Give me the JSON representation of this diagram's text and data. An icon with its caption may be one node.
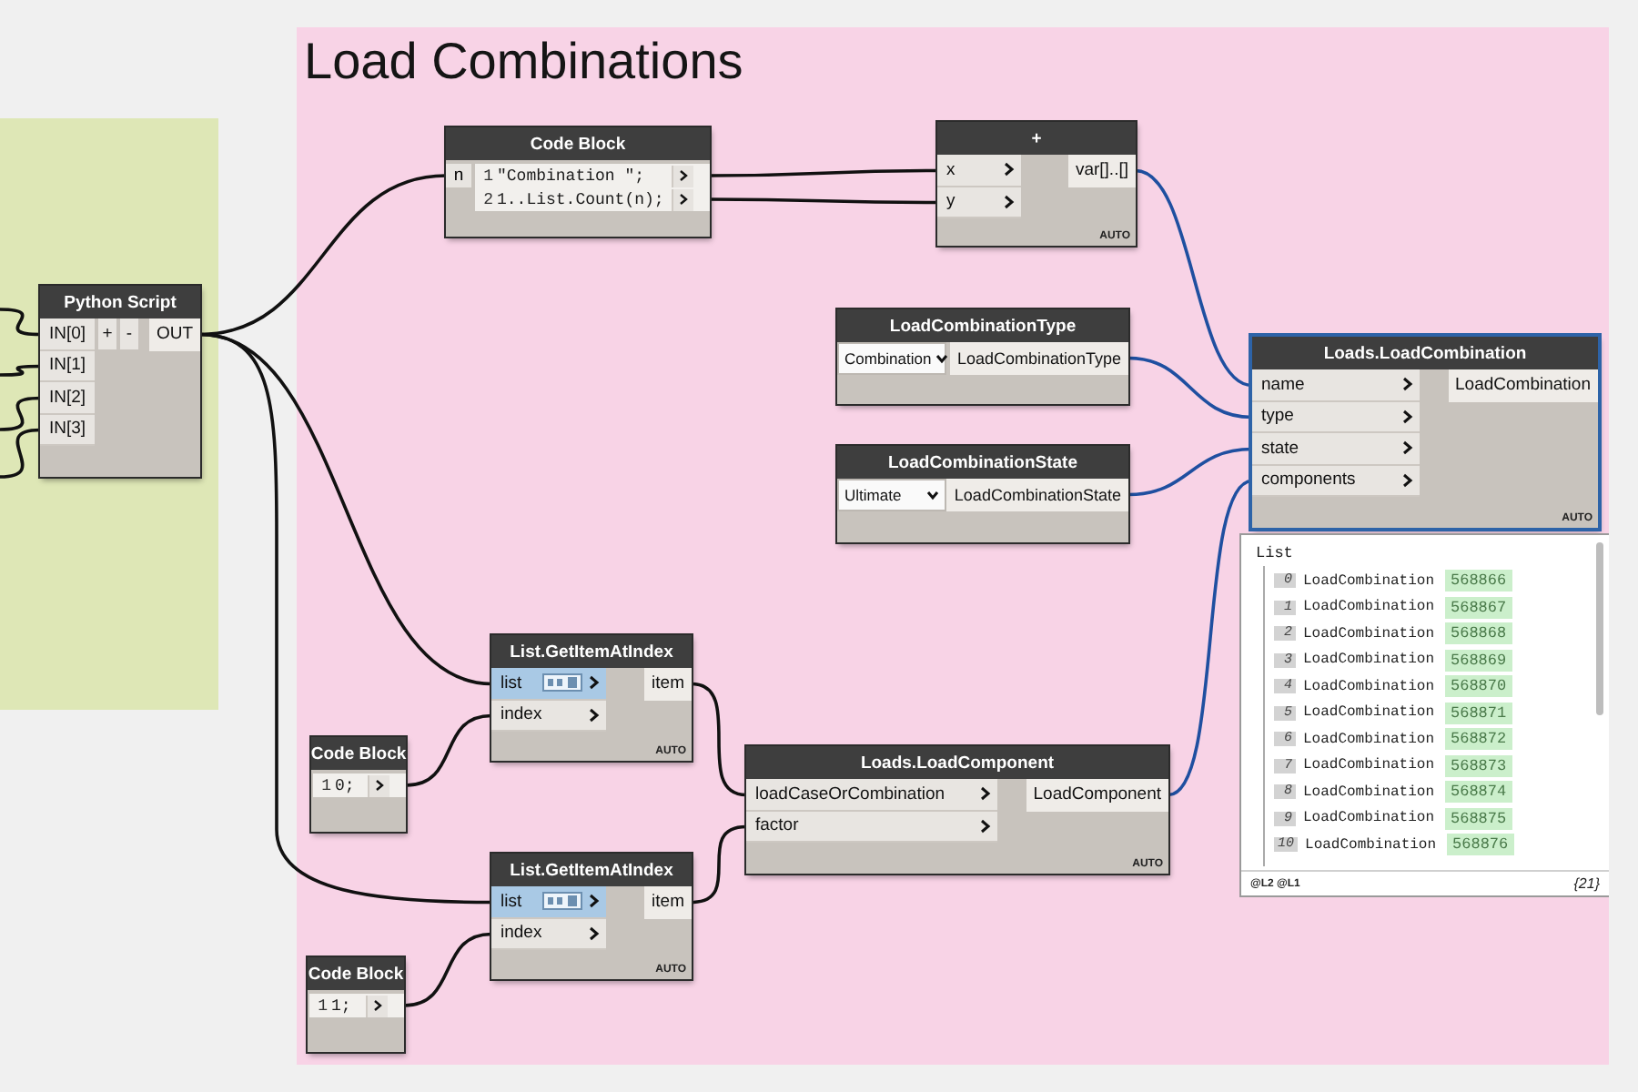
{
  "diagram": {
    "nodes": [
      {
        "text": [
          "Load Combinations"
        ]
      },
      {
        "text": [],
        "shape": "box"
      },
      {
        "text": [
          "Python Script",
          "IN[0]",
          "IN[1]",
          "IN[2]",
          "IN[3]",
          "+",
          "-",
          "OUT"
        ],
        "in": 1
      },
      {
        "text": [
          "Code Block",
          "n",
          "1",
          "\"Combination \";",
          "2",
          "1..List.Count(n);"
        ],
        "in": 0
      },
      {
        "text": [
          "+",
          "x",
          "y",
          "var[]..[]",
          "AUTO"
        ],
        "in": 0
      },
      {
        "text": [
          "LoadCombinationType",
          "Combination",
          "LoadCombinationType"
        ],
        "in": 0
      },
      {
        "text": [
          "LoadCombinationState",
          "Ultimate",
          "LoadCombinationState"
        ],
        "in": 0
      },
      {
        "text": [
          "Loads.LoadCombination",
          "name",
          "type",
          "state",
          "components",
          "LoadCombination",
          "AUTO"
        ],
        "in": 0
      },
      {
        "text": [
          "List",
          "0",
          "LoadCombination",
          "568866",
          "1",
          "LoadCombination",
          "568867",
          "2",
          "LoadCombination",
          "568868",
          "3",
          "LoadCombination",
          "568869",
          "4",
          "LoadCombination",
          "568870",
          "5",
          "LoadCombination",
          "568871",
          "6",
          "LoadCombination",
          "568872",
          "7",
          "LoadCombination",
          "568873",
          "8",
          "LoadCombination",
          "568874",
          "9",
          "LoadCombination",
          "568875",
          "10",
          "LoadCombination",
          "568876",
          "@L2 @L1",
          "{21}"
        ],
        "in": 0
      },
      {
        "text": [
          "List.GetItemAtIndex",
          "list",
          "index",
          "item",
          "AUTO"
        ],
        "in": 0
      },
      {
        "text": [
          "Code Block",
          "1",
          "0;"
        ],
        "in": 0
      },
      {
        "text": [
          "Loads.LoadComponent",
          "loadCaseOrCombination",
          "factor",
          "LoadComponent",
          "AUTO"
        ],
        "in": 0
      },
      {
        "text": [
          "List.GetItemAtIndex",
          "list",
          "index",
          "item",
          "AUTO"
        ],
        "in": 0
      },
      {
        "text": [
          "Code Block",
          "1",
          "1;"
        ],
        "in": 0
      }
    ],
    "edges": [
      {
        "from": null,
        "to": 2,
        "arrow": "none"
      },
      {
        "from": null,
        "to": 2,
        "arrow": "none"
      },
      {
        "from": null,
        "to": 2,
        "arrow": "none"
      },
      {
        "from": null,
        "to": 2,
        "arrow": "none"
      },
      {
        "from": 2,
        "to": 3,
        "arrow": "none"
      },
      {
        "from": 2,
        "to": 9,
        "arrow": "none"
      },
      {
        "from": 2,
        "to": 12,
        "arrow": "none"
      },
      {
        "from": 3,
        "to": 4,
        "arrow": "none"
      },
      {
        "from": 3,
        "to": 4,
        "arrow": "none"
      },
      {
        "from": 4,
        "to": 7,
        "arrow": "none",
        "color": "#1f4fa0"
      },
      {
        "from": 5,
        "to": 7,
        "arrow": "none",
        "color": "#1f4fa0"
      },
      {
        "from": 6,
        "to": 7,
        "arrow": "none",
        "color": "#1f4fa0"
      },
      {
        "from": 11,
        "to": 7,
        "arrow": "none",
        "color": "#1f4fa0"
      },
      {
        "from": 10,
        "to": 9,
        "arrow": "none"
      },
      {
        "from": 9,
        "to": 11,
        "arrow": "none"
      },
      {
        "from": 13,
        "to": 12,
        "arrow": "none"
      },
      {
        "from": 12,
        "to": 11,
        "arrow": "none"
      }
    ]
  }
}
